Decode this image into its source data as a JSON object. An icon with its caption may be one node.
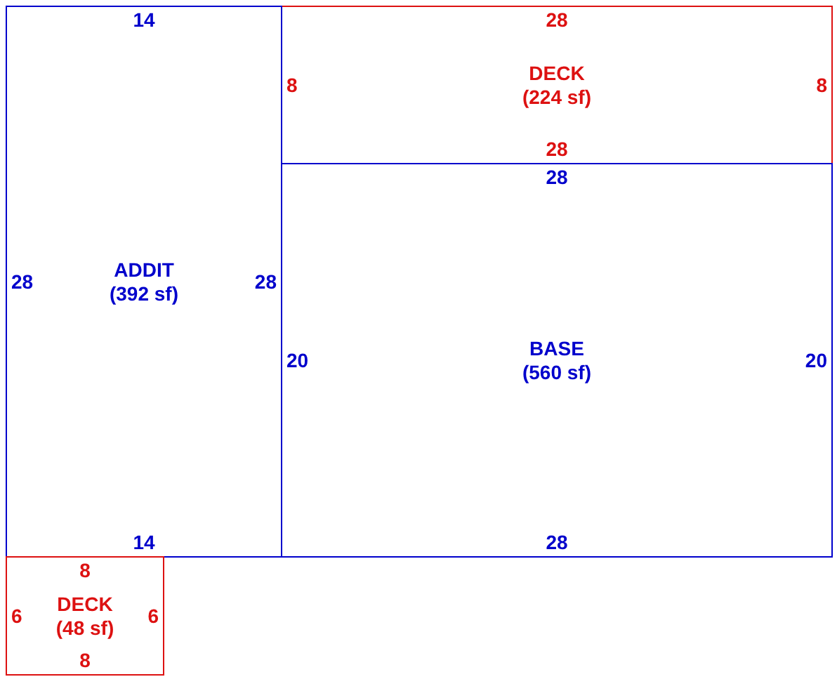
{
  "diagram": {
    "nodes": [
      {
        "text": [
          "14",
          "28",
          "ADDIT",
          "(392 sf)",
          "28",
          "14"
        ]
      },
      {
        "text": [
          "28",
          "8",
          "DECK",
          "(224 sf)",
          "8",
          "28"
        ]
      },
      {
        "text": [
          "28",
          "20",
          "BASE",
          "(560 sf)",
          "20",
          "28"
        ]
      },
      {
        "text": [
          "8",
          "6",
          "DECK",
          "(48 sf)",
          "6",
          "8"
        ]
      }
    ]
  }
}
